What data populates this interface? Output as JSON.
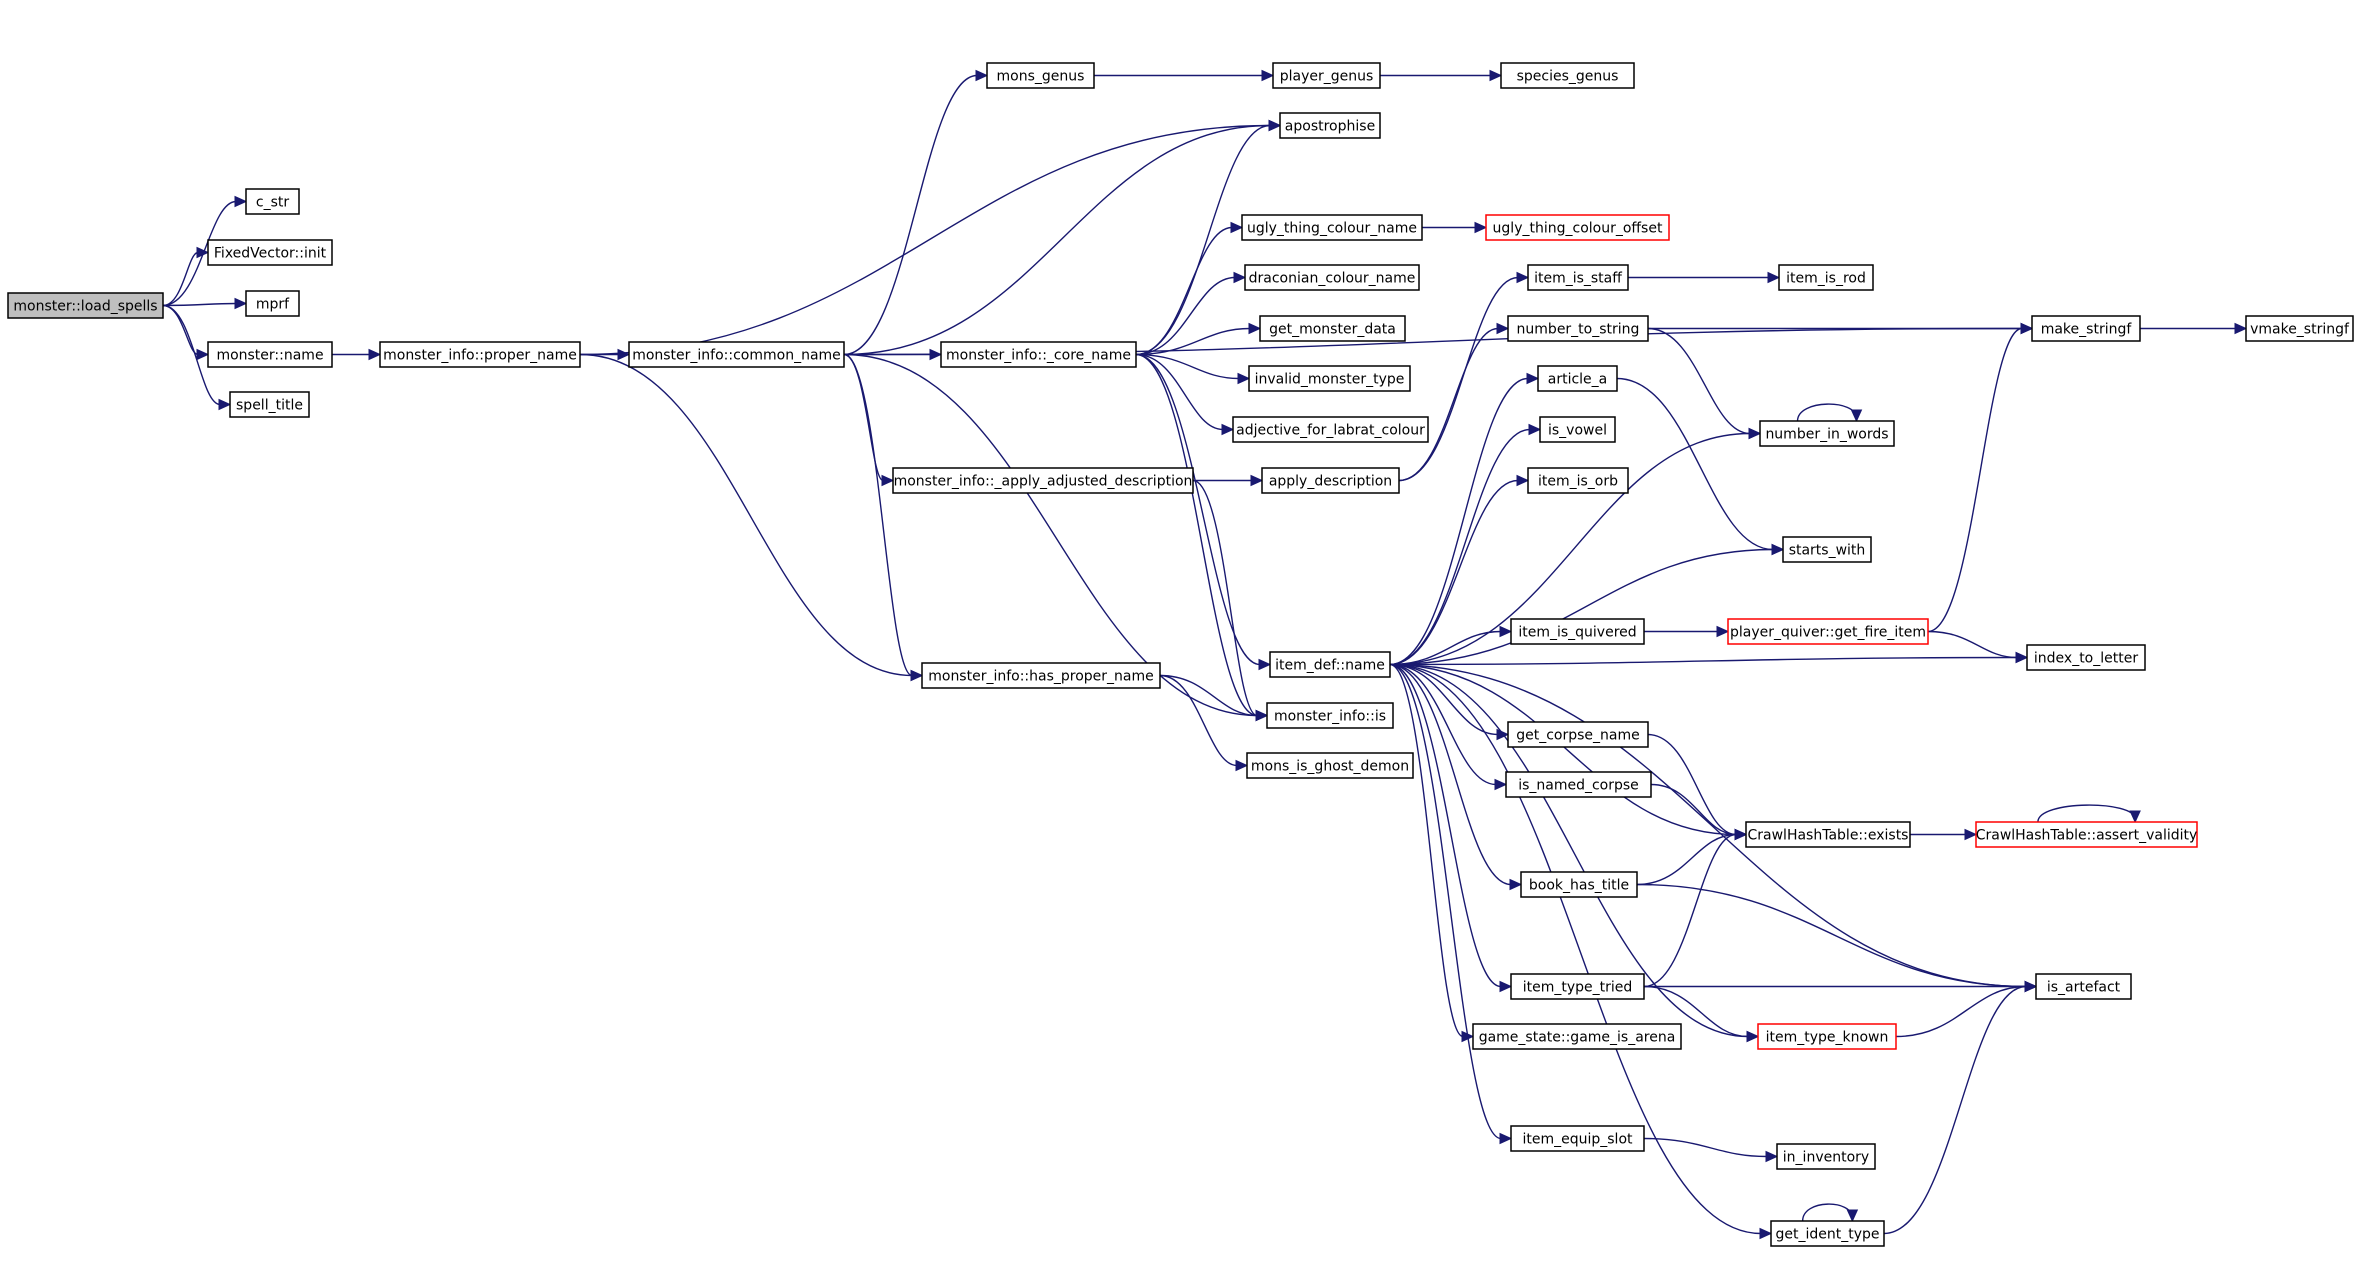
{
  "graph": {
    "colors": {
      "edge": "#191970",
      "node_border": "#000000",
      "truncated_border": "#ff0000",
      "root_fill": "#bfbfbf"
    },
    "nodes": [
      {
        "id": "n0",
        "label": "monster::load_spells",
        "style": "root"
      },
      {
        "id": "n1",
        "label": "c_str"
      },
      {
        "id": "n2",
        "label": "FixedVector::init"
      },
      {
        "id": "n3",
        "label": "mprf"
      },
      {
        "id": "n4",
        "label": "monster::name"
      },
      {
        "id": "n5",
        "label": "spell_title"
      },
      {
        "id": "n6",
        "label": "monster_info::proper_name"
      },
      {
        "id": "n7",
        "label": "monster_info::common_name"
      },
      {
        "id": "n8",
        "label": "monster_info::has_proper_name"
      },
      {
        "id": "n9",
        "label": "mons_genus"
      },
      {
        "id": "n10",
        "label": "player_genus"
      },
      {
        "id": "n11",
        "label": "species_genus"
      },
      {
        "id": "n12",
        "label": "apostrophise"
      },
      {
        "id": "n13",
        "label": "monster_info::_core_name"
      },
      {
        "id": "n14",
        "label": "monster_info::_apply_adjusted_description"
      },
      {
        "id": "n15",
        "label": "monster_info::is"
      },
      {
        "id": "n16",
        "label": "mons_is_ghost_demon"
      },
      {
        "id": "n17",
        "label": "make_stringf"
      },
      {
        "id": "n18",
        "label": "vmake_stringf"
      },
      {
        "id": "n19",
        "label": "ugly_thing_colour_name"
      },
      {
        "id": "n20",
        "label": "ugly_thing_colour_offset",
        "style": "truncated"
      },
      {
        "id": "n21",
        "label": "draconian_colour_name"
      },
      {
        "id": "n22",
        "label": "get_monster_data"
      },
      {
        "id": "n23",
        "label": "invalid_monster_type"
      },
      {
        "id": "n24",
        "label": "adjective_for_labrat_colour"
      },
      {
        "id": "n25",
        "label": "apply_description"
      },
      {
        "id": "n26",
        "label": "item_def::name"
      },
      {
        "id": "n27",
        "label": "item_is_staff"
      },
      {
        "id": "n28",
        "label": "item_is_rod"
      },
      {
        "id": "n29",
        "label": "number_to_string"
      },
      {
        "id": "n30",
        "label": "number_in_words"
      },
      {
        "id": "n31",
        "label": "article_a"
      },
      {
        "id": "n32",
        "label": "starts_with"
      },
      {
        "id": "n33",
        "label": "is_vowel"
      },
      {
        "id": "n34",
        "label": "item_is_orb"
      },
      {
        "id": "n35",
        "label": "item_is_quivered"
      },
      {
        "id": "n36",
        "label": "player_quiver::get_fire_item",
        "style": "truncated"
      },
      {
        "id": "n37",
        "label": "index_to_letter"
      },
      {
        "id": "n38",
        "label": "get_corpse_name"
      },
      {
        "id": "n39",
        "label": "is_named_corpse"
      },
      {
        "id": "n40",
        "label": "CrawlHashTable::exists"
      },
      {
        "id": "n41",
        "label": "CrawlHashTable::assert_validity",
        "style": "truncated"
      },
      {
        "id": "n42",
        "label": "book_has_title"
      },
      {
        "id": "n43",
        "label": "is_artefact"
      },
      {
        "id": "n44",
        "label": "item_type_tried"
      },
      {
        "id": "n45",
        "label": "item_type_known",
        "style": "truncated"
      },
      {
        "id": "n46",
        "label": "game_state::game_is_arena"
      },
      {
        "id": "n47",
        "label": "item_equip_slot"
      },
      {
        "id": "n48",
        "label": "in_inventory"
      },
      {
        "id": "n49",
        "label": "get_ident_type"
      }
    ],
    "edges": [
      [
        "n0",
        "n1"
      ],
      [
        "n0",
        "n2"
      ],
      [
        "n0",
        "n3"
      ],
      [
        "n0",
        "n4"
      ],
      [
        "n0",
        "n5"
      ],
      [
        "n4",
        "n6"
      ],
      [
        "n6",
        "n7"
      ],
      [
        "n6",
        "n12"
      ],
      [
        "n6",
        "n8"
      ],
      [
        "n7",
        "n9"
      ],
      [
        "n7",
        "n12"
      ],
      [
        "n7",
        "n17"
      ],
      [
        "n7",
        "n13"
      ],
      [
        "n7",
        "n14"
      ],
      [
        "n7",
        "n8"
      ],
      [
        "n7",
        "n15"
      ],
      [
        "n9",
        "n10"
      ],
      [
        "n10",
        "n11"
      ],
      [
        "n13",
        "n12"
      ],
      [
        "n13",
        "n19"
      ],
      [
        "n13",
        "n21"
      ],
      [
        "n13",
        "n22"
      ],
      [
        "n13",
        "n23"
      ],
      [
        "n13",
        "n24"
      ],
      [
        "n13",
        "n26"
      ],
      [
        "n13",
        "n15"
      ],
      [
        "n14",
        "n25"
      ],
      [
        "n14",
        "n15"
      ],
      [
        "n8",
        "n15"
      ],
      [
        "n8",
        "n16"
      ],
      [
        "n19",
        "n20"
      ],
      [
        "n17",
        "n18"
      ],
      [
        "n25",
        "n27"
      ],
      [
        "n25",
        "n29"
      ],
      [
        "n27",
        "n28"
      ],
      [
        "n29",
        "n17"
      ],
      [
        "n29",
        "n30"
      ],
      [
        "n30",
        "n30"
      ],
      [
        "n31",
        "n32"
      ],
      [
        "n26",
        "n31"
      ],
      [
        "n26",
        "n33"
      ],
      [
        "n26",
        "n34"
      ],
      [
        "n26",
        "n30"
      ],
      [
        "n26",
        "n32"
      ],
      [
        "n26",
        "n35"
      ],
      [
        "n26",
        "n37"
      ],
      [
        "n26",
        "n38"
      ],
      [
        "n26",
        "n39"
      ],
      [
        "n26",
        "n40"
      ],
      [
        "n26",
        "n42"
      ],
      [
        "n26",
        "n43"
      ],
      [
        "n26",
        "n44"
      ],
      [
        "n26",
        "n46"
      ],
      [
        "n26",
        "n45"
      ],
      [
        "n26",
        "n47"
      ],
      [
        "n26",
        "n49"
      ],
      [
        "n35",
        "n36"
      ],
      [
        "n36",
        "n17"
      ],
      [
        "n36",
        "n37"
      ],
      [
        "n38",
        "n40"
      ],
      [
        "n39",
        "n40"
      ],
      [
        "n42",
        "n40"
      ],
      [
        "n42",
        "n43"
      ],
      [
        "n40",
        "n41"
      ],
      [
        "n41",
        "n41"
      ],
      [
        "n44",
        "n40"
      ],
      [
        "n44",
        "n43"
      ],
      [
        "n44",
        "n45"
      ],
      [
        "n45",
        "n43"
      ],
      [
        "n47",
        "n48"
      ],
      [
        "n49",
        "n49"
      ],
      [
        "n49",
        "n43"
      ]
    ]
  }
}
